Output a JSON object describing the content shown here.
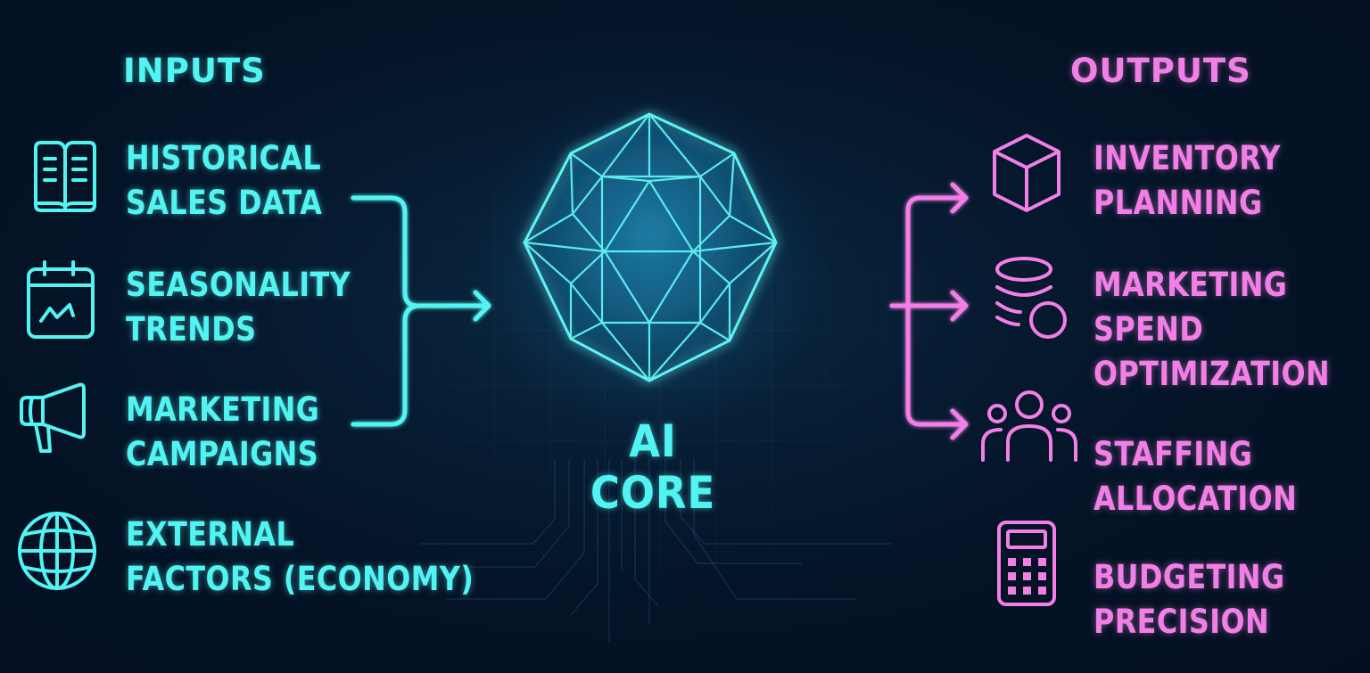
{
  "inputs": {
    "title": "INPUTS",
    "items": [
      {
        "icon": "book-icon",
        "line1": "HISTORICAL",
        "line2": "SALES DATA"
      },
      {
        "icon": "calendar-trend-icon",
        "line1": "SEASONALITY",
        "line2": "TRENDS"
      },
      {
        "icon": "megaphone-icon",
        "line1": "MARKETING",
        "line2": "CAMPAIGNS"
      },
      {
        "icon": "globe-icon",
        "line1": "EXTERNAL",
        "line2": "FACTORS (ECONOMY)"
      }
    ]
  },
  "core": {
    "title": "AI CORE",
    "icon": "geodesic-gem-icon"
  },
  "outputs": {
    "title": "OUTPUTS",
    "items": [
      {
        "icon": "cube-icon",
        "line1": "INVENTORY",
        "line2": "PLANNING"
      },
      {
        "icon": "coins-stack-icon",
        "line1": "MARKETING",
        "line2": "SPEND",
        "line3": "OPTIMIZATION"
      },
      {
        "icon": "people-group-icon",
        "line1": "STAFFING",
        "line2": "ALLOCATION"
      },
      {
        "icon": "calculator-icon",
        "line1": "BUDGETING",
        "line2": "PRECISION"
      }
    ]
  },
  "colors": {
    "background": "#05132a",
    "input_accent": "#52f4f2",
    "output_accent": "#f27fe6"
  }
}
